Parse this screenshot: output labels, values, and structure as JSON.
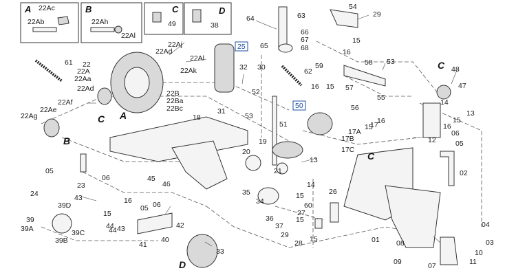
{
  "insets": [
    {
      "letter": "A",
      "labels": [
        "22Ac",
        "22Ab"
      ]
    },
    {
      "letter": "B",
      "labels": [
        "22Ah",
        "22Al"
      ]
    },
    {
      "letter": "C",
      "labels": [
        "49"
      ]
    },
    {
      "letter": "D",
      "labels": [
        "38"
      ]
    }
  ],
  "view_markers": [
    "A",
    "B",
    "C",
    "D",
    "C",
    "C"
  ],
  "boxed_labels": [
    "25",
    "50"
  ],
  "part_labels": [
    "64",
    "63",
    "65",
    "54",
    "29",
    "66",
    "67",
    "68",
    "16",
    "15",
    "22Aj",
    "22Ad",
    "22Al",
    "22Ak",
    "61",
    "22",
    "22A",
    "22Aa",
    "22Ad",
    "32",
    "30",
    "62",
    "59",
    "58",
    "53",
    "16",
    "15",
    "48",
    "47",
    "22Af",
    "22Ae",
    "22Ag",
    "22B",
    "22Ba",
    "22Bc",
    "31",
    "52",
    "51",
    "53",
    "57",
    "56",
    "55",
    "14",
    "13",
    "16",
    "15",
    "18",
    "17",
    "17A",
    "17B",
    "17C",
    "15",
    "16",
    "06",
    "05",
    "12",
    "02",
    "19",
    "20",
    "21",
    "13",
    "14",
    "15",
    "05",
    "24",
    "23",
    "06",
    "45",
    "46",
    "35",
    "34",
    "36",
    "37",
    "26",
    "27",
    "60",
    "15",
    "15",
    "29",
    "28",
    "01",
    "04",
    "03",
    "39D",
    "43",
    "44",
    "16",
    "15",
    "05",
    "06",
    "42",
    "40",
    "41",
    "39",
    "39A",
    "39B",
    "39C",
    "43",
    "44",
    "33",
    "08",
    "09",
    "10",
    "11",
    "07"
  ]
}
